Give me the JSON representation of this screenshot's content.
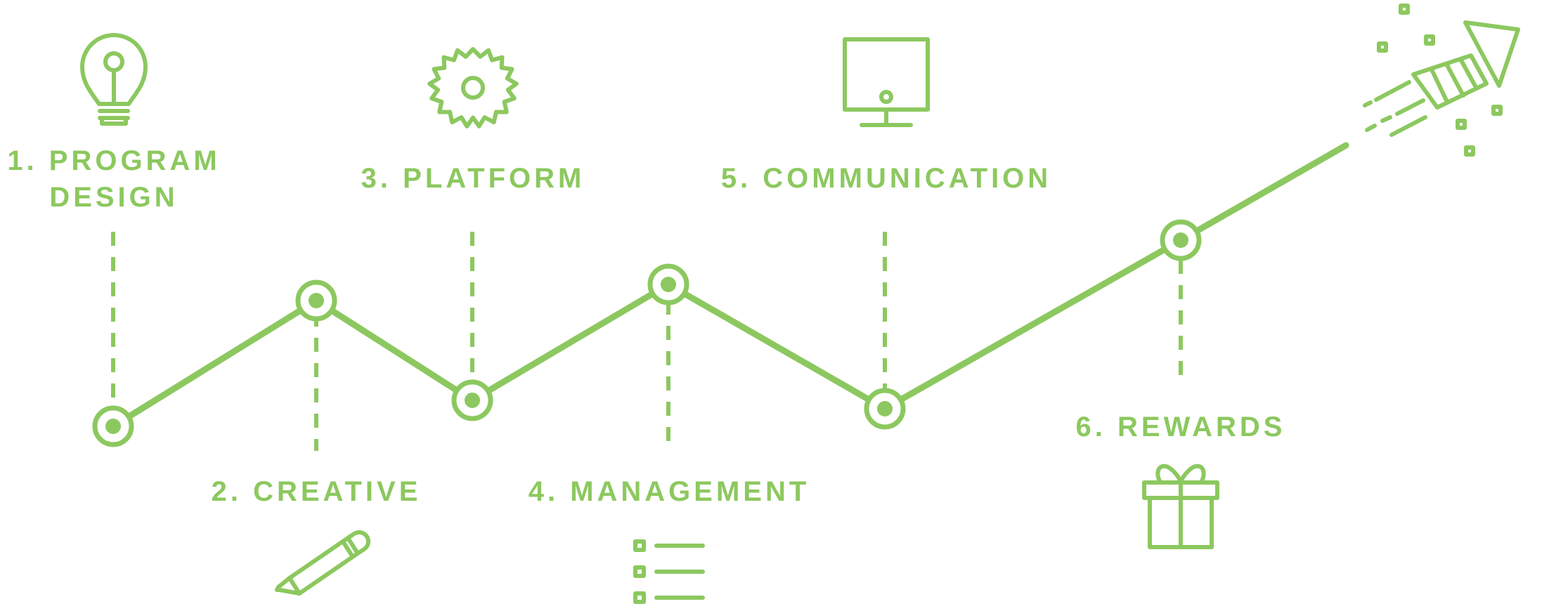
{
  "colors": {
    "accent": "#8cc85f",
    "background": "#ffffff"
  },
  "steps": [
    {
      "number": "1.",
      "title_line1": "PROGRAM",
      "title_line2": "DESIGN",
      "icon": "lightbulb-icon"
    },
    {
      "number": "2.",
      "title_line1": "CREATIVE",
      "title_line2": "",
      "icon": "pencil-icon"
    },
    {
      "number": "3.",
      "title_line1": "PLATFORM",
      "title_line2": "",
      "icon": "gear-icon"
    },
    {
      "number": "4.",
      "title_line1": "MANAGEMENT",
      "title_line2": "",
      "icon": "checklist-icon"
    },
    {
      "number": "5.",
      "title_line1": "COMMUNICATION",
      "title_line2": "",
      "icon": "monitor-icon"
    },
    {
      "number": "6.",
      "title_line1": "REWARDS",
      "title_line2": "",
      "icon": "gift-icon"
    }
  ],
  "end_icon": "rocket-icon"
}
